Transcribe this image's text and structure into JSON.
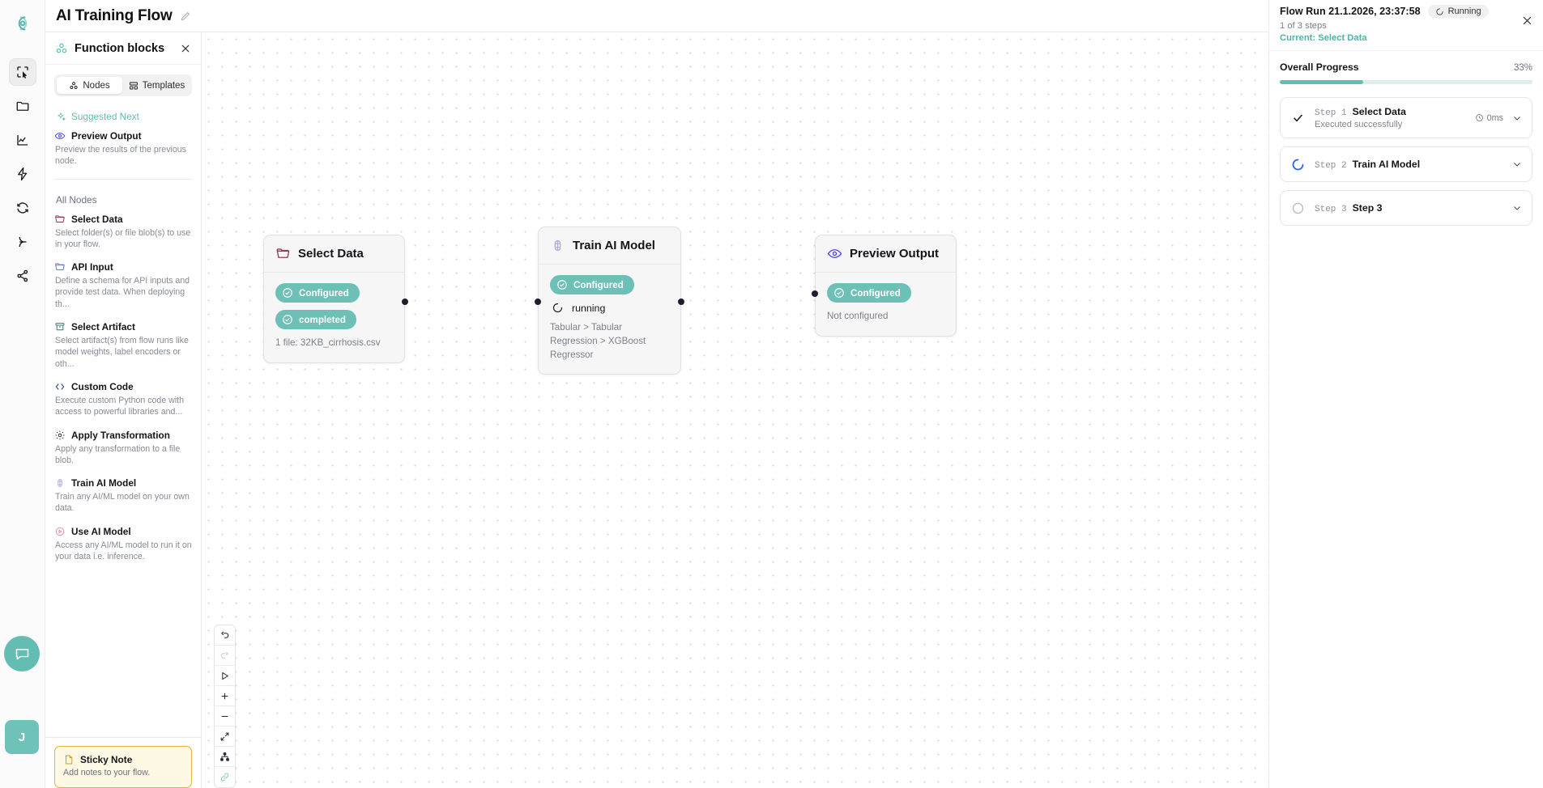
{
  "rail": {
    "logo_icon": "app-logo-icon",
    "items": [
      {
        "name": "cursor-select-icon",
        "active": true
      },
      {
        "name": "folder-icon",
        "active": false
      },
      {
        "name": "analytics-chart-icon",
        "active": false
      },
      {
        "name": "lightning-bolt-icon",
        "active": false
      },
      {
        "name": "refresh-sync-icon",
        "active": false
      },
      {
        "name": "flow-branch-icon",
        "active": false
      },
      {
        "name": "share-network-icon",
        "active": false
      }
    ],
    "chat_icon": "chat-bubble-icon",
    "avatar_initial": "J"
  },
  "topbar": {
    "flow_title": "AI Training Flow",
    "edit_icon": "pencil-edit-icon"
  },
  "panel": {
    "title": "Function blocks",
    "header_icon": "function-blocks-icon",
    "close_icon": "close-icon",
    "tabs": [
      {
        "label": "Nodes",
        "icon": "nodes-icon",
        "active": true
      },
      {
        "label": "Templates",
        "icon": "templates-icon",
        "active": false
      }
    ],
    "suggested_label": "Suggested Next",
    "suggested_icon": "sparkle-icon",
    "suggested_items": [
      {
        "name": "Preview Output",
        "desc": "Preview the results of the previous node.",
        "icon": "eye-icon",
        "color": "#4f46e5"
      }
    ],
    "all_label": "All Nodes",
    "all_items": [
      {
        "name": "Select Data",
        "desc": "Select folder(s) or file blob(s) to use in your flow.",
        "icon": "folder-open-icon",
        "color": "#8d3d5c"
      },
      {
        "name": "API Input",
        "desc": "Define a schema for API inputs and provide test data. When deploying th...",
        "icon": "folder-open-icon",
        "color": "#6b7ad1"
      },
      {
        "name": "Select Artifact",
        "desc": "Select artifact(s) from flow runs like model weights, label encoders or oth...",
        "icon": "artifact-box-icon",
        "color": "#2f7d72"
      },
      {
        "name": "Custom Code",
        "desc": "Execute custom Python code with access to powerful libraries and...",
        "icon": "code-brackets-icon",
        "color": "#2d4a8a"
      },
      {
        "name": "Apply Transformation",
        "desc": "Apply any transformation to a file blob.",
        "icon": "gear-icon",
        "color": "#1f2329"
      },
      {
        "name": "Train AI Model",
        "desc": "Train any AI/ML model on your own data.",
        "icon": "brain-icon",
        "color": "#b9a9d6"
      },
      {
        "name": "Use AI Model",
        "desc": "Access any AI/ML model to run it on your data i.e. inference.",
        "icon": "play-circle-icon",
        "color": "#e08aa8"
      }
    ],
    "sticky": {
      "name": "Sticky Note",
      "desc": "Add notes to your flow.",
      "icon": "note-page-icon",
      "border_color": "#e3b341",
      "bg_color": "#fdf8e3"
    }
  },
  "canvas": {
    "nodes": [
      {
        "id": "select-data",
        "title": "Select Data",
        "icon": "folder-open-icon",
        "icon_color": "#8d3d5c",
        "badges": [
          {
            "label": "Configured",
            "icon": "check-circle-icon"
          },
          {
            "label": "completed",
            "icon": "check-circle-icon"
          }
        ],
        "run_status": null,
        "meta": "1 file: 32KB_cirrhosis.csv"
      },
      {
        "id": "train-ai-model",
        "title": "Train AI Model",
        "icon": "brain-icon",
        "icon_color": "#b9a9d6",
        "badges": [
          {
            "label": "Configured",
            "icon": "check-circle-icon"
          }
        ],
        "run_status": "running",
        "run_icon": "spinner-icon",
        "meta": "Tabular > Tabular Regression > XGBoost Regressor"
      },
      {
        "id": "preview-output",
        "title": "Preview Output",
        "icon": "eye-icon",
        "icon_color": "#4f46e5",
        "badges": [
          {
            "label": "Configured",
            "icon": "check-circle-icon"
          }
        ],
        "run_status": null,
        "meta": "Not configured"
      }
    ],
    "edge_color": "#6cc0b6",
    "toolbar": [
      {
        "name": "undo-button",
        "icon": "undo-icon",
        "disabled": false,
        "teal": false
      },
      {
        "name": "redo-button",
        "icon": "redo-icon",
        "disabled": true,
        "teal": false
      },
      {
        "name": "run-button",
        "icon": "play-icon",
        "disabled": false,
        "teal": false
      },
      {
        "name": "zoom-in-button",
        "icon": "plus-icon",
        "disabled": false,
        "teal": false
      },
      {
        "name": "zoom-out-button",
        "icon": "minus-icon",
        "disabled": false,
        "teal": false
      },
      {
        "name": "fit-view-button",
        "icon": "expand-arrows-icon",
        "disabled": false,
        "teal": false
      },
      {
        "name": "auto-layout-button",
        "icon": "hierarchy-icon",
        "disabled": false,
        "teal": false
      },
      {
        "name": "link-mode-button",
        "icon": "link-icon",
        "disabled": false,
        "teal": true
      }
    ]
  },
  "runpanel": {
    "title": "Flow Run 21.1.2026, 23:37:58",
    "status_chip": {
      "label": "Running",
      "icon": "spinner-icon"
    },
    "substeps": "1 of 3 steps",
    "current": "Current: Select Data",
    "close_icon": "close-icon",
    "progress_label": "Overall Progress",
    "progress_value": "33%",
    "progress_percent": 33,
    "accent": "#63bdb3",
    "steps": [
      {
        "num": "Step 1",
        "name": "Select Data",
        "sub": "Executed successfully",
        "state": "success",
        "icon": "checkmark-icon",
        "time": "0ms",
        "time_icon": "clock-icon",
        "chevron": "chevron-down-icon"
      },
      {
        "num": "Step 2",
        "name": "Train AI Model",
        "sub": null,
        "state": "running",
        "icon": "spinner-icon",
        "time": null,
        "chevron": "chevron-down-icon"
      },
      {
        "num": "Step 3",
        "name": "Step 3",
        "sub": null,
        "state": "pending",
        "icon": "circle-empty-icon",
        "time": null,
        "chevron": "chevron-down-icon"
      }
    ]
  }
}
